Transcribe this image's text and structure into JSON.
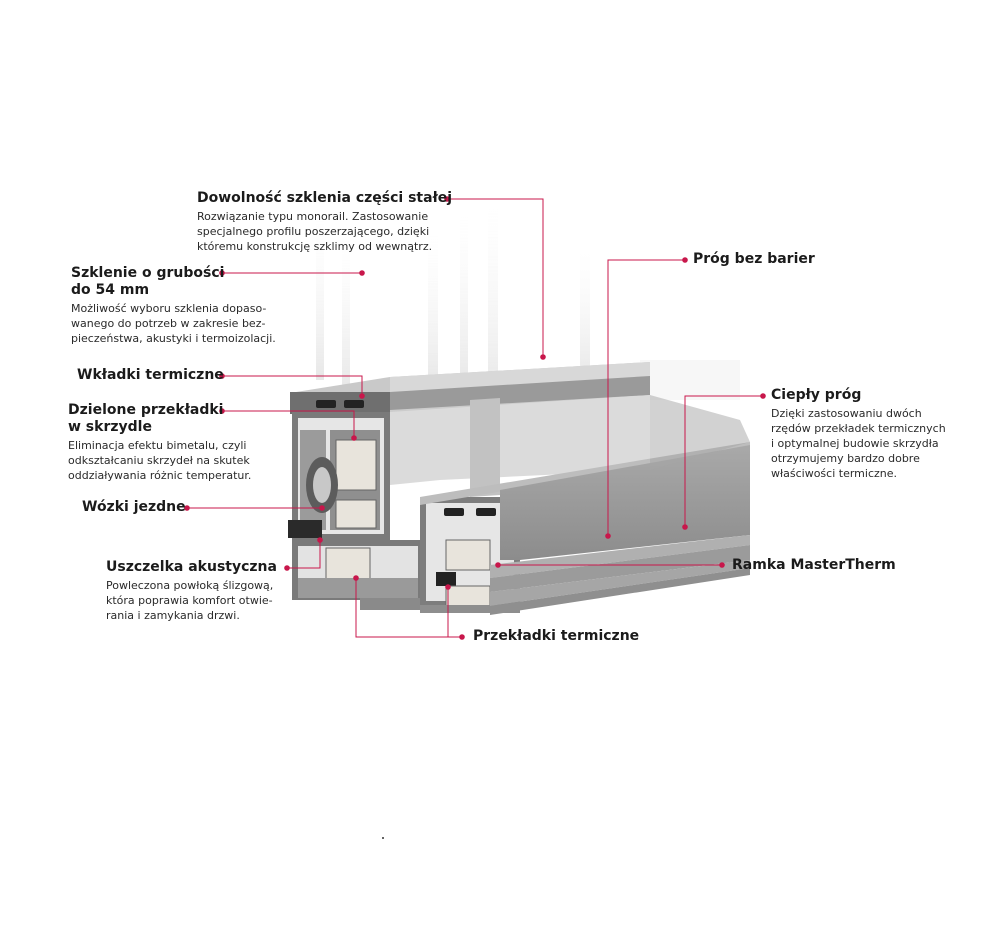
{
  "accent_color": "#c8174b",
  "callouts": [
    {
      "id": "dowolnosc",
      "title": [
        "Dowolność szklenia części stałej"
      ],
      "desc": [
        "Rozwiązanie typu monorail. Zastosowanie",
        "specjalnego profilu poszerzającego, dzięki",
        "któremu konstrukcję szklimy od wewnątrz."
      ]
    },
    {
      "id": "szklenie",
      "title": [
        "Szklenie o grubości",
        "do 54 mm"
      ],
      "desc": [
        "Możliwość wyboru szklenia dopaso-",
        "wanego do potrzeb w zakresie bez-",
        "pieczeństwa, akustyki i termoizolacji."
      ]
    },
    {
      "id": "wkladki",
      "title": [
        "Wkładki termiczne"
      ],
      "desc": []
    },
    {
      "id": "dzielone",
      "title": [
        "Dzielone przekładki",
        "w skrzydle"
      ],
      "desc": [
        "Eliminacja efektu bimetalu, czyli",
        "odkształcaniu skrzydeł na skutek",
        "oddziaływania różnic temperatur."
      ]
    },
    {
      "id": "wozki",
      "title": [
        "Wózki jezdne"
      ],
      "desc": []
    },
    {
      "id": "uszczelka",
      "title": [
        "Uszczelka akustyczna"
      ],
      "desc": [
        "Powleczona powłoką ślizgową,",
        "która poprawia komfort otwie-",
        "rania i zamykania drzwi."
      ]
    },
    {
      "id": "prog",
      "title": [
        "Próg bez barier"
      ],
      "desc": []
    },
    {
      "id": "cieply",
      "title": [
        "Ciepły próg"
      ],
      "desc": [
        "Dzięki zastosowaniu dwóch",
        "rzędów przekładek termicznych",
        "i optymalnej budowie skrzydła",
        "otrzymujemy bardzo dobre",
        "właściwości termiczne."
      ]
    },
    {
      "id": "ramka",
      "title": [
        "Ramka MasterTherm"
      ],
      "desc": []
    },
    {
      "id": "przekladki",
      "title": [
        "Przekładki termiczne"
      ],
      "desc": []
    }
  ]
}
